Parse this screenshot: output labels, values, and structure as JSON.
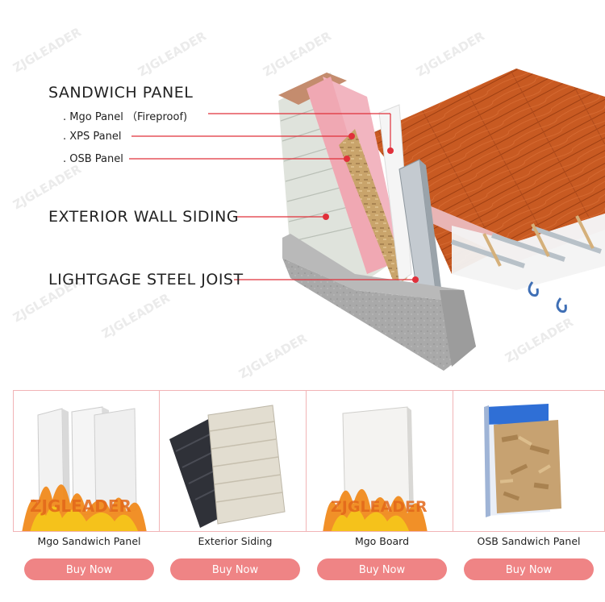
{
  "watermark": "ZJGLEADER",
  "diagram": {
    "title": "SANDWICH PANEL",
    "sub_items": [
      ". Mgo Panel （Fireproof)",
      ". XPS Panel",
      ". OSB Panel"
    ],
    "siding": "EXTERIOR WALL SIDING",
    "joist": "LIGHTGAGE STEEL JOIST"
  },
  "products": [
    {
      "name": "Mgo Sandwich Panel",
      "button": "Buy Now",
      "overlay": "ZJGLEADER"
    },
    {
      "name": "Exterior Siding",
      "button": "Buy Now"
    },
    {
      "name": "Mgo Board",
      "button": "Buy Now",
      "overlay": "ZJGLEADER"
    },
    {
      "name": "OSB Sandwich Panel",
      "button": "Buy Now"
    }
  ],
  "colors": {
    "accent": "#ef8485",
    "border": "#f1b4b6",
    "pointer": "#e0303a",
    "floor": "#c2541f"
  }
}
